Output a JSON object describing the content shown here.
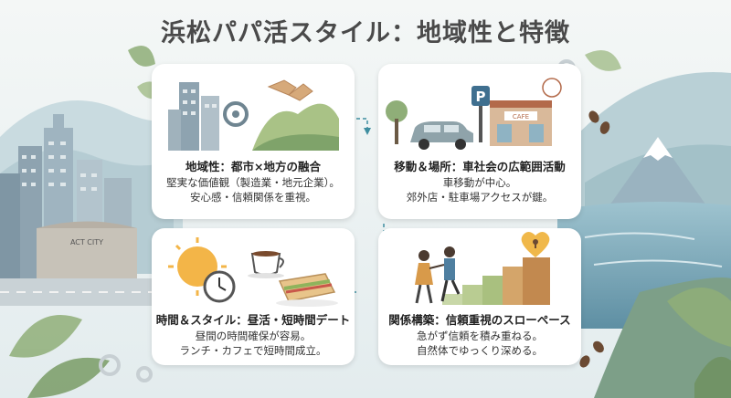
{
  "title": "浜松パパ活スタイル：地域性と特徴",
  "cards": [
    {
      "title": "地域性：都市×地方の融合",
      "lines": [
        "堅実な価値観（製造業・地元企業）。",
        "安心感・信頼関係を重視。"
      ]
    },
    {
      "title": "移動＆場所：車社会の広範囲活動",
      "lines": [
        "車移動が中心。",
        "郊外店・駐車場アクセスが鍵。"
      ]
    },
    {
      "title": "時間＆スタイル：昼活・短時間デート",
      "lines": [
        "昼間の時間確保が容易。",
        "ランチ・カフェで短時間成立。"
      ]
    },
    {
      "title": "関係構築：信頼重視のスローペース",
      "lines": [
        "急がず信頼を積み重ねる。",
        "自然体でゆっくり深める。"
      ]
    }
  ],
  "sign_act_city": "ACT CITY",
  "sign_parking": "P",
  "sign_cafe": "CAFE",
  "colors": {
    "accent": "#3f8ea0",
    "leaf": "#7fa36a",
    "mountain": "#8fb0bf"
  }
}
